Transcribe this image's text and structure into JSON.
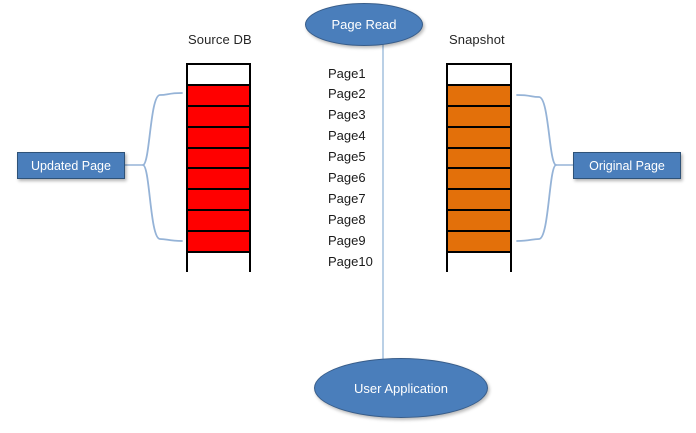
{
  "diagram": {
    "title_source": "Source DB",
    "title_snapshot": "Snapshot",
    "nodes": {
      "page_read": "Page Read",
      "user_application": "User Application"
    },
    "annotations": {
      "left_brace_label": "Updated Page",
      "right_brace_label": "Original Page"
    },
    "colors": {
      "updated_page": "#FF0000",
      "original_page": "#E3700A",
      "node_fill": "#4A7EBB",
      "node_stroke": "#385D8A",
      "brace_stroke": "#95B3D7",
      "arrow": "#000000",
      "connector": "#A8C4E0",
      "table_border": "#000000",
      "empty_cell": "#FFFFFF"
    },
    "rows": [
      {
        "label": "Page1",
        "source_fill": "empty",
        "snapshot_fill": "empty",
        "arrow": "left"
      },
      {
        "label": "Page2",
        "source_fill": "red",
        "snapshot_fill": "orange",
        "arrow": "right"
      },
      {
        "label": "Page3",
        "source_fill": "red",
        "snapshot_fill": "orange",
        "arrow": "right"
      },
      {
        "label": "Page4",
        "source_fill": "red",
        "snapshot_fill": "orange",
        "arrow": "right"
      },
      {
        "label": "Page5",
        "source_fill": "red",
        "snapshot_fill": "orange",
        "arrow": "right"
      },
      {
        "label": "Page6",
        "source_fill": "red",
        "snapshot_fill": "orange",
        "arrow": "right"
      },
      {
        "label": "Page7",
        "source_fill": "red",
        "snapshot_fill": "orange",
        "arrow": "right"
      },
      {
        "label": "Page8",
        "source_fill": "red",
        "snapshot_fill": "orange",
        "arrow": "right"
      },
      {
        "label": "Page9",
        "source_fill": "red",
        "snapshot_fill": "orange",
        "arrow": "right"
      },
      {
        "label": "Page10",
        "source_fill": "empty",
        "snapshot_fill": "empty",
        "arrow": "left"
      }
    ]
  }
}
